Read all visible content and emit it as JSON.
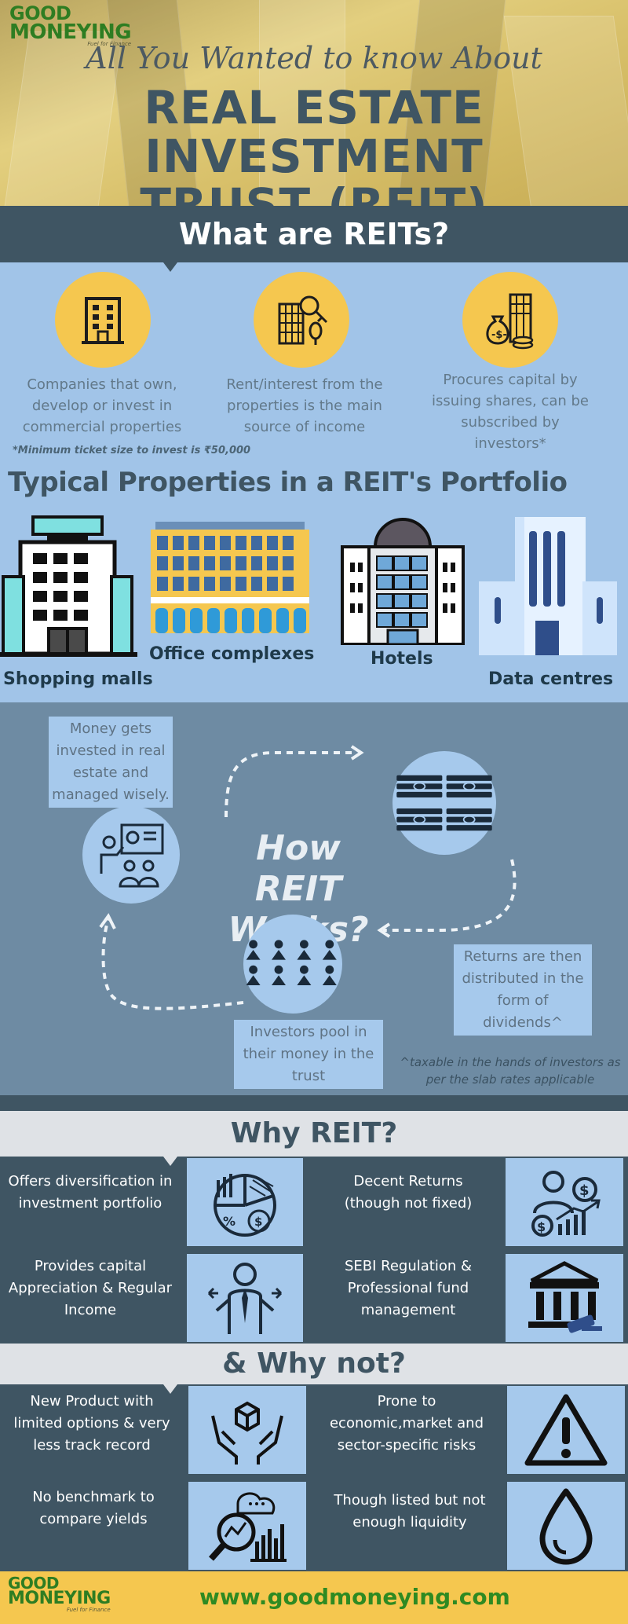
{
  "header": {
    "logo_line1": "GOOD",
    "logo_line2": "MONEYING",
    "logo_tagline": "Fuel for Finance",
    "subtitle": "All You Wanted to know About",
    "title_line1": "REAL ESTATE INVESTMENT",
    "title_line2": "TRUST (REIT)"
  },
  "what": {
    "heading": "What are REITs?",
    "items": [
      {
        "icon": "office-building-icon",
        "text": "Companies that own, develop or invest in commercial properties"
      },
      {
        "icon": "property-key-icon",
        "text": "Rent/interest from the properties is the main source of income"
      },
      {
        "icon": "money-bag-icon",
        "text": "Procures capital by issuing shares, can be subscribed by investors*"
      }
    ],
    "footnote": "*Minimum ticket size to invest is ₹50,000"
  },
  "properties": {
    "heading": "Typical Properties in a REIT's Portfolio",
    "items": [
      {
        "icon": "shopping-mall-icon",
        "label": "Shopping malls"
      },
      {
        "icon": "office-complex-icon",
        "label": "Office complexes"
      },
      {
        "icon": "hotel-icon",
        "label": "Hotels"
      },
      {
        "icon": "data-centre-icon",
        "label": "Data centres"
      }
    ]
  },
  "how": {
    "title_line1": "How REIT",
    "title_line2": "Works?",
    "step_invest": "Money gets invested in real estate and managed wisely.",
    "step_returns": "Returns are then distributed in the form of dividends^",
    "step_pool": "Investors pool in their money in the trust",
    "note": "^taxable in the hands of investors as per the slab rates applicable"
  },
  "why": {
    "heading": "Why REIT?",
    "items": [
      {
        "icon": "pie-chart-icon",
        "text": "Offers diversification in investment portfolio"
      },
      {
        "icon": "investor-returns-icon",
        "text": "Decent Returns (though not fixed)"
      },
      {
        "icon": "businessman-icon",
        "text": "Provides capital Appreciation & Regular Income"
      },
      {
        "icon": "court-building-icon",
        "text": "SEBI Regulation & Professional fund management"
      }
    ]
  },
  "why_not": {
    "heading": "& Why not?",
    "items": [
      {
        "icon": "hands-box-icon",
        "text": "New Product with limited options & very less track record"
      },
      {
        "icon": "warning-icon",
        "text": "Prone to economic,market and sector-specific  risks"
      },
      {
        "icon": "magnifier-chart-icon",
        "text": "No benchmark to compare yields"
      },
      {
        "icon": "water-drop-icon",
        "text": "Though listed but not enough liquidity"
      }
    ]
  },
  "footer": {
    "logo_line1": "GOOD",
    "logo_line2": "MONEYING",
    "logo_tagline": "Fuel for Finance",
    "url": "www.goodmoneying.com"
  }
}
